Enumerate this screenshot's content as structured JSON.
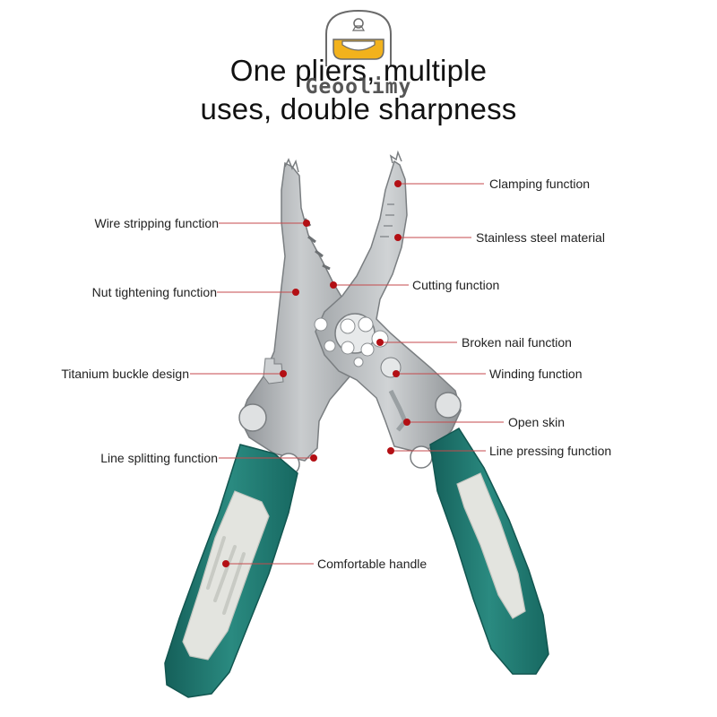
{
  "header": {
    "line1": "One pliers, multiple",
    "line2": "uses, double sharpness"
  },
  "brand": {
    "name": "Geoolimy",
    "logo_icon": "cart-bag-logo-icon"
  },
  "product": {
    "icon": "multi-function-pliers-icon",
    "colors": {
      "steel": "#b9bcbf",
      "steel_dark": "#8e9296",
      "handle_green": "#1f7a72",
      "handle_grip": "#e3e4df",
      "marker": "#b30f14",
      "leader": "#c44a4c",
      "logo_gold": "#f2b21c"
    }
  },
  "callouts": {
    "left": [
      "Wire stripping function",
      "Nut tightening function",
      "Titanium buckle design",
      "Line splitting function"
    ],
    "right": [
      "Clamping function",
      "Stainless steel material",
      "Cutting function",
      "Broken nail function",
      "Winding function",
      "Open skin",
      "Line pressing function",
      "Comfortable handle"
    ]
  }
}
